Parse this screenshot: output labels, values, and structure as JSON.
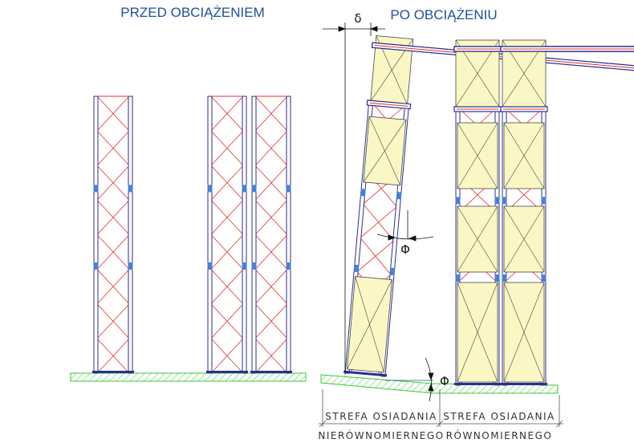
{
  "titles": {
    "before": "PRZED OBCIĄŻENIEM",
    "after": "PO OBCIĄŻENIU"
  },
  "symbols": {
    "deflection": "δ",
    "angle_upper": "Φ",
    "angle_ground": "Φ"
  },
  "zones": [
    {
      "line1": "STREFA OSIADANIA",
      "line2": "NIERÓWNOMIERNEGO"
    },
    {
      "line1": "STREFA OSIADANIA",
      "line2": "RÓWNOMIERNEGO"
    }
  ],
  "colors": {
    "upright": "#2b2f8f",
    "bracing": "#e0302a",
    "ground": "#37c837",
    "load": "#fbf7c4",
    "title": "#1f4f9c"
  }
}
